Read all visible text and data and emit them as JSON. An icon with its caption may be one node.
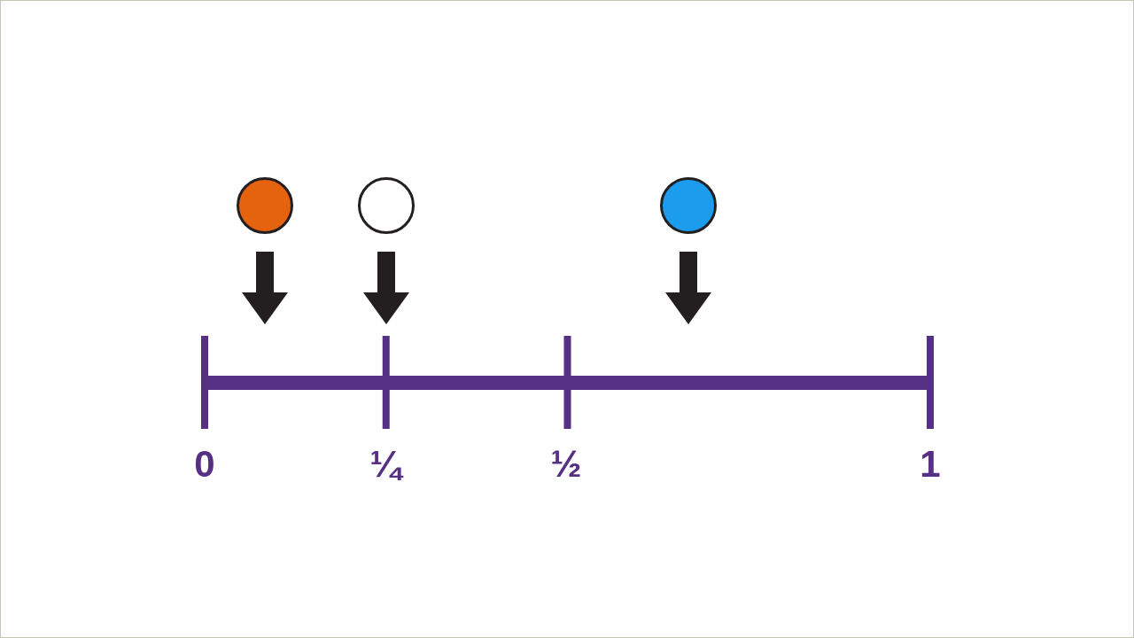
{
  "diagram": {
    "nodes": [
      {
        "text": [],
        "shape": "circle"
      },
      {
        "text": [],
        "shape": "circle"
      },
      {
        "text": [],
        "shape": "circle"
      }
    ],
    "edges": [
      {
        "from": 0,
        "to": null,
        "arrow": "to"
      },
      {
        "from": 1,
        "to": null,
        "arrow": "to"
      },
      {
        "from": 2,
        "to": null,
        "arrow": "to"
      }
    ],
    "labels": [
      "0",
      "¼",
      "½",
      "1"
    ]
  }
}
